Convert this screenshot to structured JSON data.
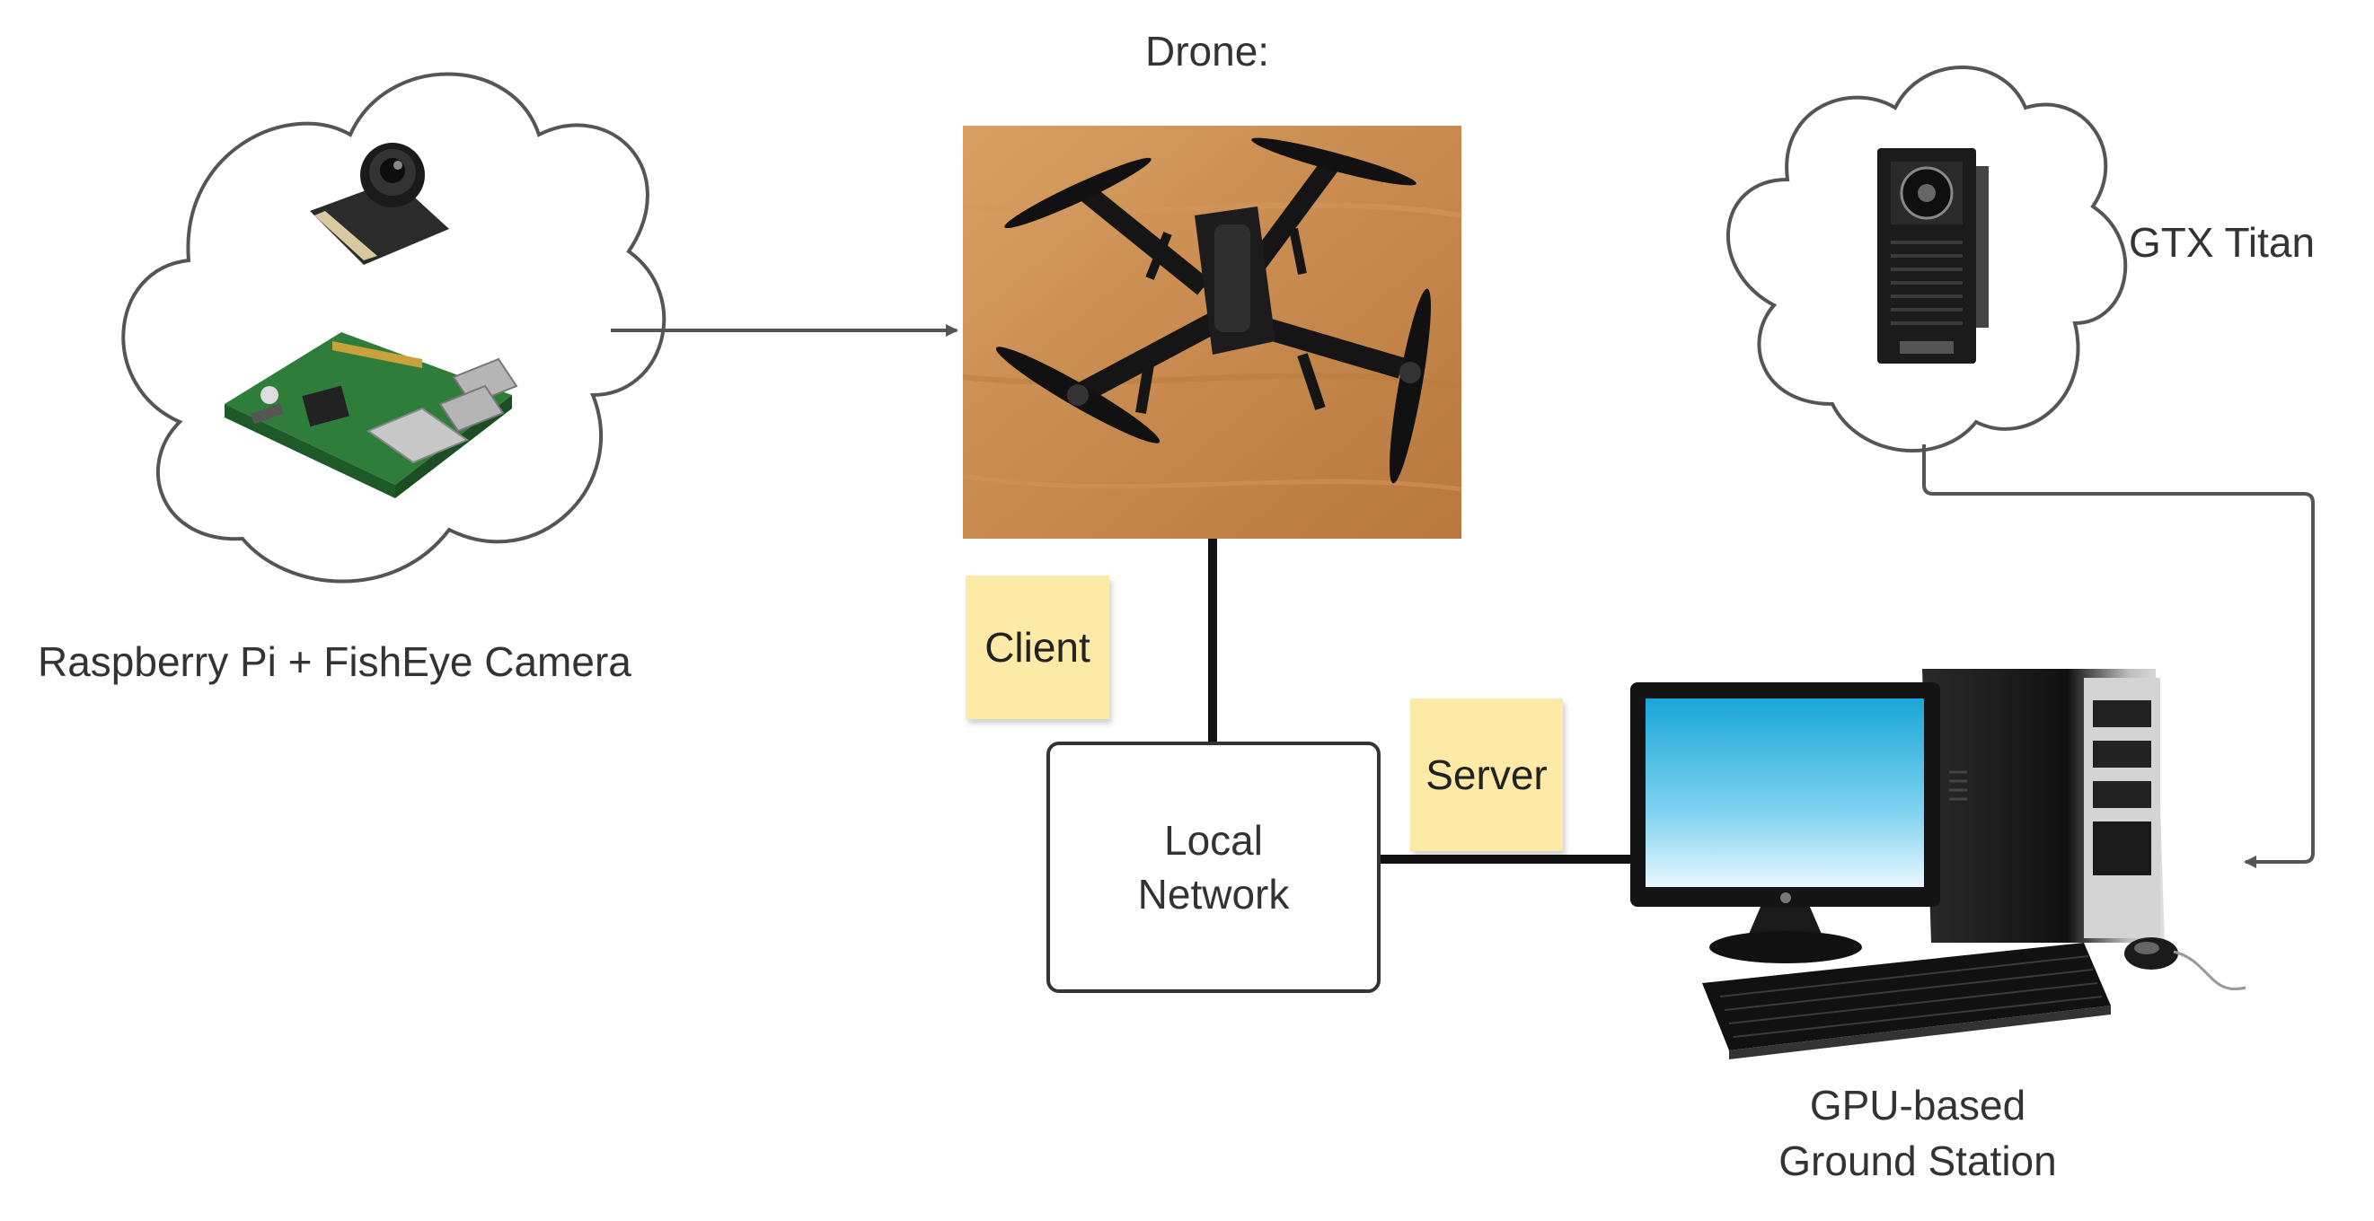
{
  "labels": {
    "drone_title": "Drone:",
    "gpu_name": "GTX Titan",
    "pi_caption": "Raspberry Pi + FishEye Camera",
    "client": "Client",
    "server": "Server",
    "network_line1": "Local",
    "network_line2": "Network",
    "station_line1": "GPU-based",
    "station_line2": "Ground Station"
  },
  "colors": {
    "line": "#333333",
    "connector": "#555555",
    "sticky": "#fdeaa6",
    "wood": "#c88a4e"
  },
  "icons": [
    "camera-module-icon",
    "raspberry-pi-board-icon",
    "drone-photo",
    "gpu-card-icon",
    "desktop-computer-icon"
  ]
}
